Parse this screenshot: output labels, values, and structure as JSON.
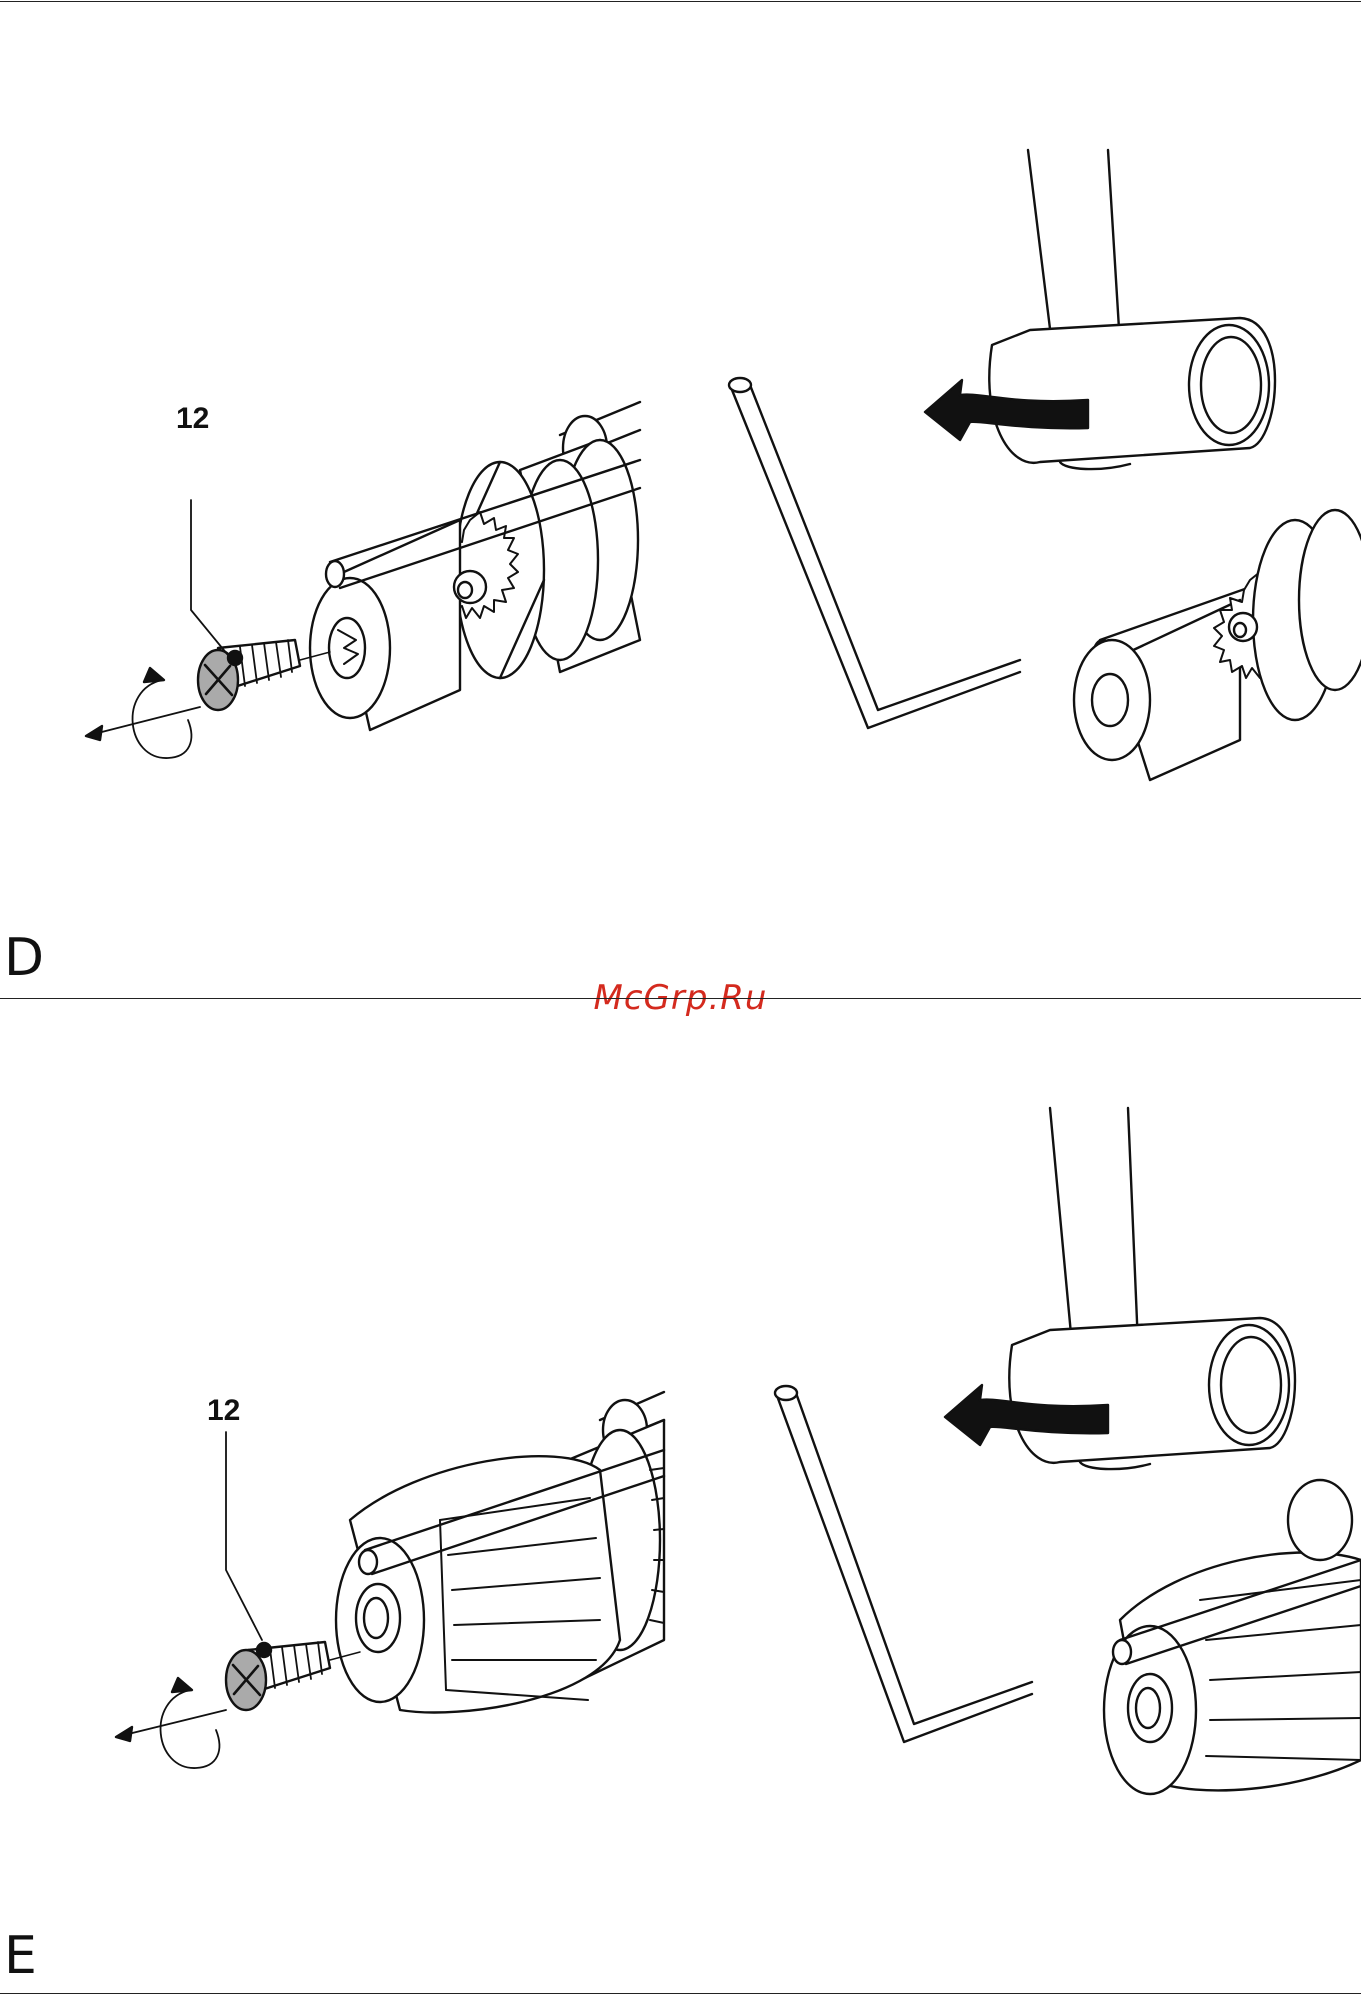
{
  "sections": [
    {
      "letter": "D",
      "left_panel": {
        "callout": "12",
        "chuck_type": "keyed-chuck",
        "screw": "left-hand-screw"
      },
      "right_panel": {
        "tool": "hex-key",
        "action": "mallet-strike"
      }
    },
    {
      "letter": "E",
      "left_panel": {
        "callout": "12",
        "chuck_type": "keyless-chuck",
        "screw": "left-hand-screw"
      },
      "right_panel": {
        "tool": "hex-key",
        "action": "mallet-strike"
      }
    }
  ],
  "watermark": "McGrp.Ru",
  "colors": {
    "ink": "#111111",
    "watermark": "#d42a1e",
    "paper": "#ffffff"
  }
}
